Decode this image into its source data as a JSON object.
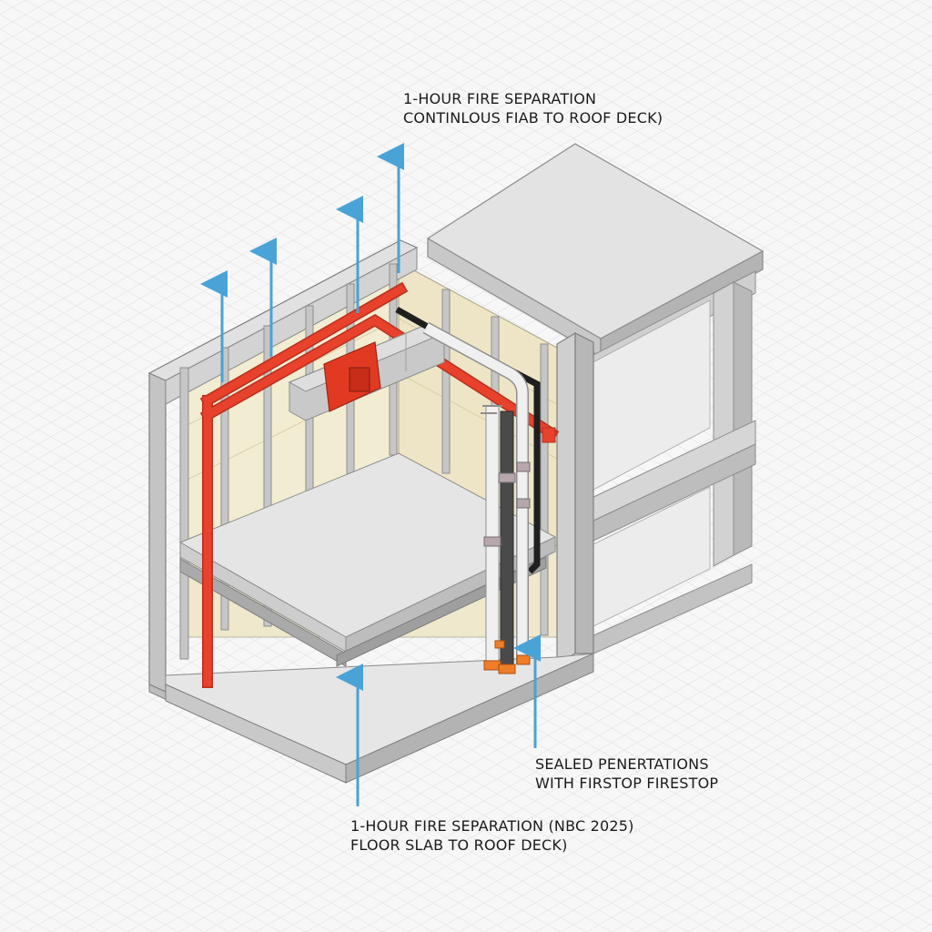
{
  "callouts": {
    "top": {
      "line1": "1-HOUR FIRE SEPARATION",
      "line2": "CONTINLOUS FIAB TO ROOF DECK)"
    },
    "right": {
      "line1": "SEALED PENERTATIONS",
      "line2": "WITH FIRSTOP FIRESTOP"
    },
    "bottom": {
      "line1": "1-HOUR FIRE SEPARATION (NBC 2025)",
      "line2": "FLOOR SLAB TO ROOF DECK)"
    }
  },
  "colors": {
    "background": "#f7f7f7",
    "grid": "#e2e2e2",
    "concrete": "#dcdcdc",
    "drywall": "#f2ecd2",
    "steel": "#bdbdbd",
    "sprinkler_pipe": "#e8412c",
    "arrow": "#4aa3d6",
    "pvc_pipe": "#f0f0f0",
    "cast_iron_pipe": "#4a4a4a",
    "firestop_collar": "#ef7d2a",
    "duct": "#c9c9c9",
    "fire_damper": "#e23a22"
  },
  "icons": [
    "arrow-up-icon"
  ]
}
